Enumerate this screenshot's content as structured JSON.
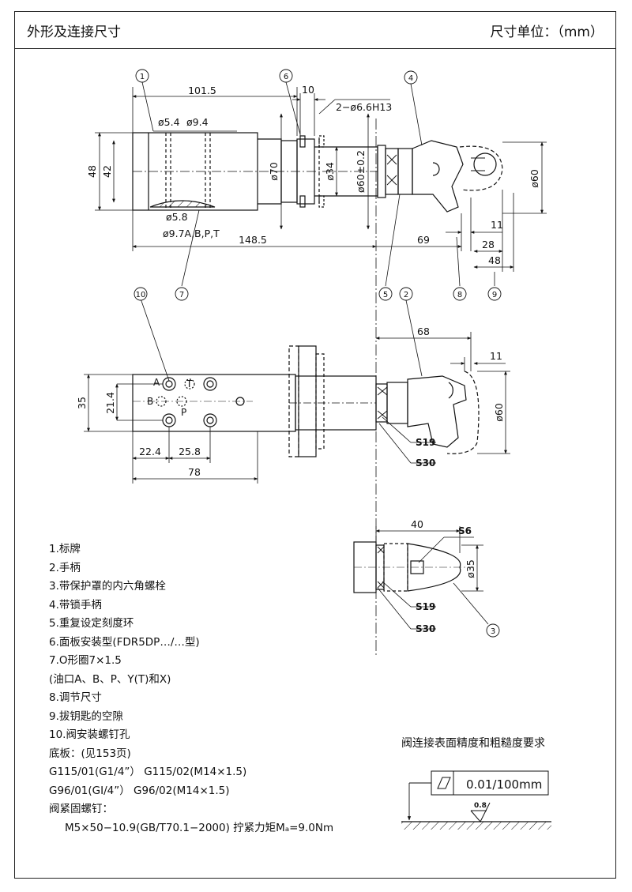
{
  "header": {
    "title": "外形及连接尺寸",
    "unit": "尺寸单位：（mm）"
  },
  "dimensions": {
    "d101_5": "101.5",
    "d10": "10",
    "hole": "2−ø6.6H13",
    "d5_4": "ø5.4",
    "d9_4": "ø9.4",
    "d48": "48",
    "d42": "42",
    "d70": "ø70",
    "d34": "ø34",
    "d60tol": "ø60±0.2",
    "d60a": "ø60",
    "d5_8": "ø5.8",
    "d9_7": "ø9.7A,B,P,T",
    "d148_5": "148.5",
    "d69": "69",
    "d11a": "11",
    "d28": "28",
    "d48b": "48",
    "d68": "68",
    "d11b": "11",
    "d60b": "ø60",
    "d35": "35",
    "d21_4": "21.4",
    "d22_4": "22.4",
    "d25_8": "25.8",
    "d78": "78",
    "s19a": "S19",
    "s30a": "S30",
    "d40": "40",
    "s6": "S6",
    "d35b": "ø35",
    "s19b": "S19",
    "s30b": "S30",
    "port_a": "A",
    "port_b": "B",
    "port_p": "P",
    "port_t": "T"
  },
  "callouts": [
    "1",
    "2",
    "3",
    "4",
    "5",
    "6",
    "7",
    "8",
    "9",
    "10"
  ],
  "legend": [
    "1.标牌",
    "2.手柄",
    "3.带保护罩的内六角螺栓",
    "4.带锁手柄",
    "5.重复设定刻度环",
    "6.面板安装型(FDR5DP…/…型)",
    "7.O形圈7×1.5",
    "(油口A、B、P、Y(T)和X)",
    "8.调节尺寸",
    "9.拔钥匙的空隙",
    "10.阀安装螺钉孔",
    "底板：(见153页)",
    "G115/01(G1/4”）   G115/02(M14×1.5)",
    "G96/01(GI/4”）   G96/02(M14×1.5)",
    "阀紧固螺钉：",
    "M5×50−10.9(GB/T70.1−2000)  拧紧力矩Mₐ=9.0Nm"
  ],
  "surface_requirement": {
    "title": "阀连接表面精度和粗糙度要求",
    "flatness": "0.01/100mm",
    "roughness": "0.8"
  }
}
